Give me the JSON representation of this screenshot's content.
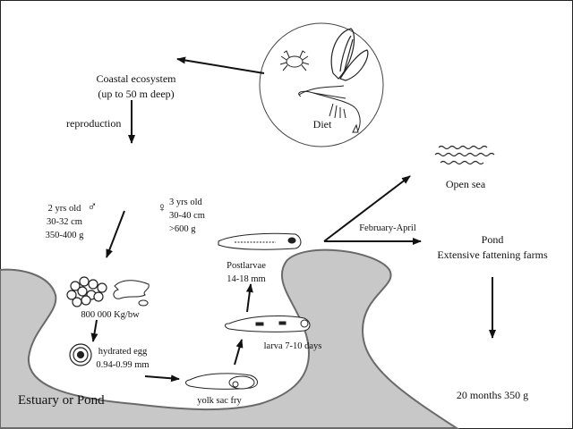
{
  "diagram": {
    "title": "Life cycle of the gilthead seabream",
    "colors": {
      "land": "#c8c8c8",
      "land_outline": "#6a6a6a",
      "ink": "#111111",
      "background": "#ffffff"
    },
    "nodes": {
      "coastal": {
        "line1": "Coastal ecosystem",
        "line2": "(up to 50 m deep)",
        "icon": "adult-fish-icon"
      },
      "diet": {
        "label": "Diet",
        "items": [
          "crab-icon",
          "mussel-icon",
          "shrimp-icon"
        ]
      },
      "reproduction": {
        "label": "reproduction"
      },
      "male": {
        "line1": "2 yrs old",
        "line2": "30-32 cm",
        "line3": "350-400 g",
        "symbol": "♂"
      },
      "female": {
        "line1": "3 yrs old",
        "line2": "30-40 cm",
        "line3": ">600 g",
        "symbol": "♀"
      },
      "eggs": {
        "label": "800 000 Kg/bw"
      },
      "hydrated_egg": {
        "line1": "hydrated egg",
        "line2": "0.94-0.99 mm"
      },
      "yolk_sac_fry": {
        "label": "yolk sac fry"
      },
      "larva": {
        "label": "larva 7-10 days"
      },
      "postlarvae": {
        "line1": "Postlarvae",
        "line2": "14-18 mm"
      },
      "migration": {
        "label": "February-April"
      },
      "open_sea": {
        "label": "Open sea"
      },
      "pond": {
        "line1": "Pond",
        "line2": "Extensive fattening farms"
      },
      "harvest": {
        "label": "20 months 350 g"
      },
      "estuary": {
        "label": "Estuary or Pond"
      }
    }
  }
}
